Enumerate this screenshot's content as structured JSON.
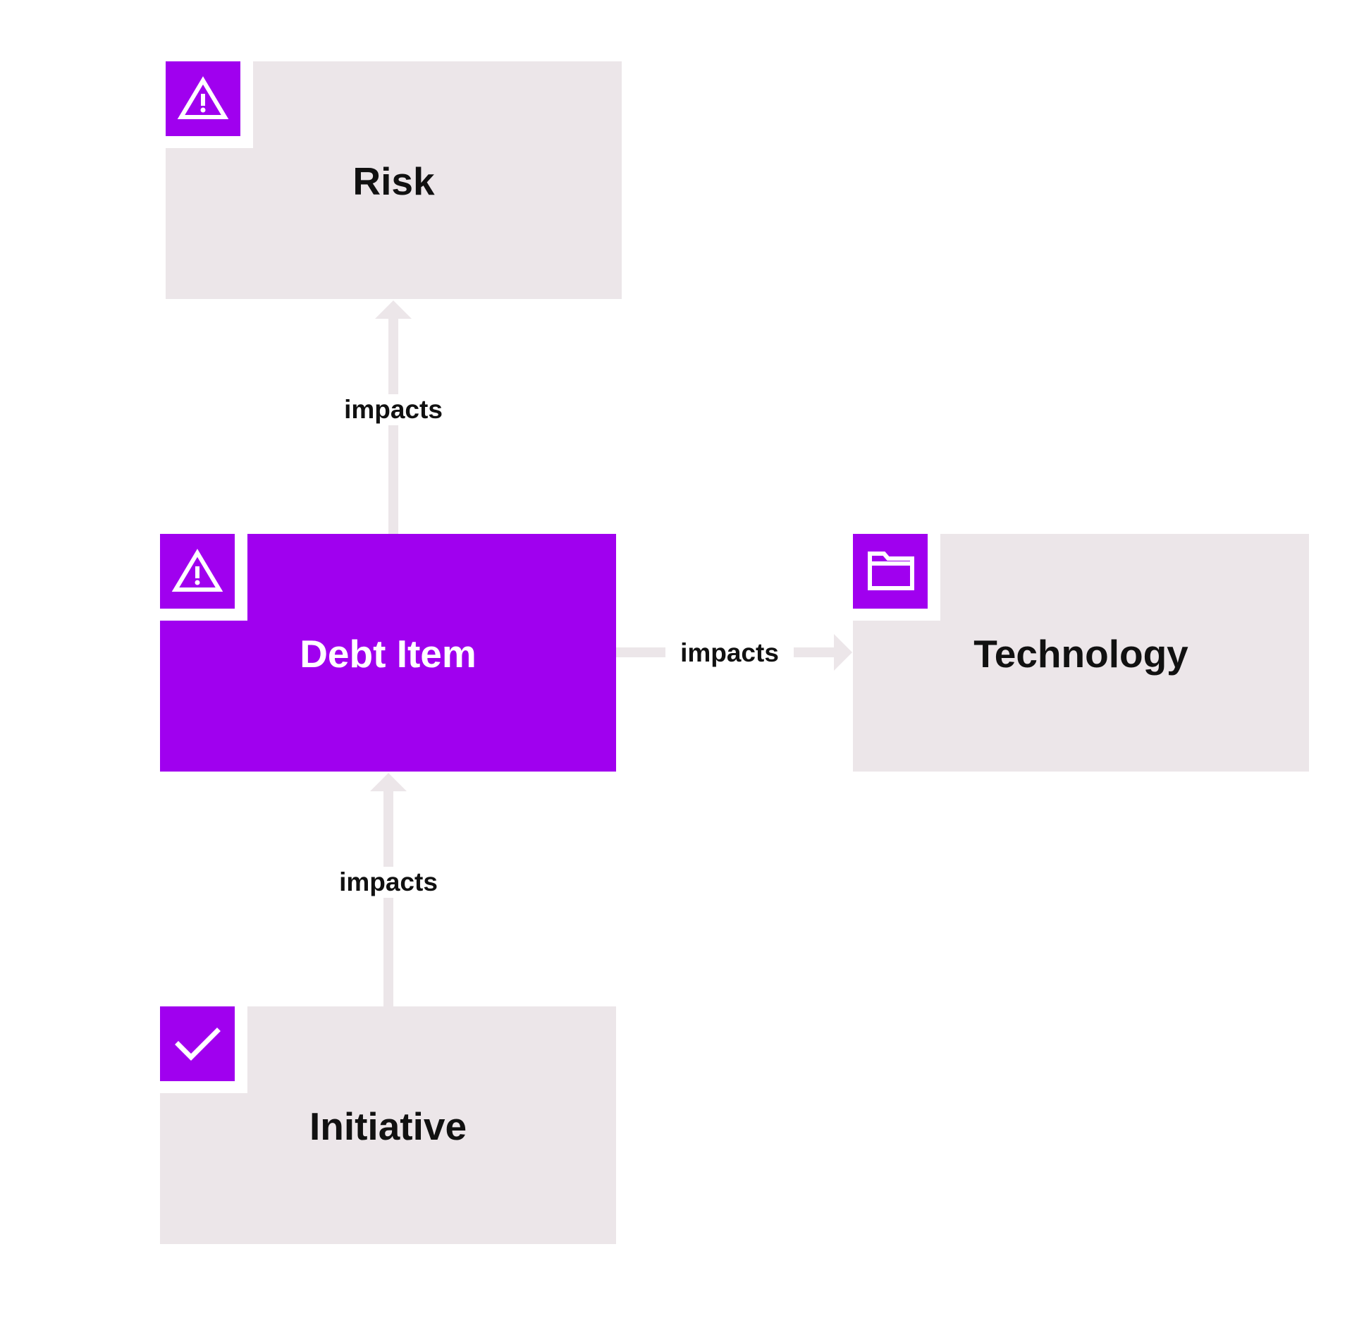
{
  "colors": {
    "accent": "#a000ef",
    "node_fill": "#ece6e9",
    "edge": "#ece6e9",
    "text": "#111111",
    "text_on_accent": "#ffffff"
  },
  "nodes": {
    "risk": {
      "label": "Risk",
      "icon": "warning-icon"
    },
    "debt_item": {
      "label": "Debt Item",
      "icon": "warning-icon"
    },
    "technology": {
      "label": "Technology",
      "icon": "folder-icon"
    },
    "initiative": {
      "label": "Initiative",
      "icon": "checkmark-icon"
    }
  },
  "edges": [
    {
      "from": "Debt Item",
      "to": "Risk",
      "label": "impacts"
    },
    {
      "from": "Debt Item",
      "to": "Technology",
      "label": "impacts"
    },
    {
      "from": "Initiative",
      "to": "Debt Item",
      "label": "impacts"
    }
  ]
}
